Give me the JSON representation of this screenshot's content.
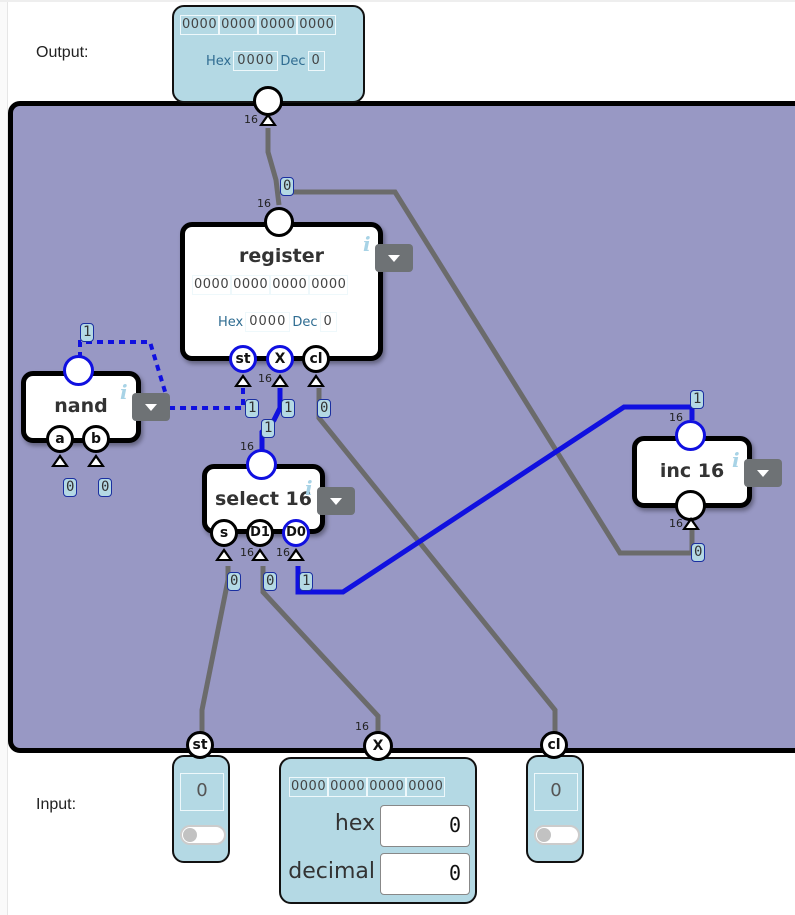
{
  "labels": {
    "output": "Output:",
    "input": "Input:"
  },
  "colors": {
    "canvas": "#9898c4",
    "panel": "#b4d9e4",
    "wire_on": "#1010e0",
    "wire_off": "#6b6b6b"
  },
  "output": {
    "bits": [
      "0000",
      "0000",
      "0000",
      "0000"
    ],
    "hex_label": "Hex",
    "hex": "0000",
    "dec_label": "Dec",
    "dec": "0",
    "width": "16"
  },
  "chips": {
    "register": {
      "title": "register",
      "bits": [
        "0000",
        "0000",
        "0000",
        "0000"
      ],
      "hex_label": "Hex",
      "hex": "0000",
      "dec_label": "Dec",
      "dec": "0",
      "pins": [
        "st",
        "X",
        "cl"
      ],
      "out_width": "16",
      "x_width": "16",
      "out_value": "0",
      "st_value": "1",
      "x_value": "1",
      "cl_value": "0"
    },
    "nand": {
      "title": "nand",
      "pins": [
        "a",
        "b"
      ],
      "out_value": "1",
      "a_value": "0",
      "b_value": "0"
    },
    "select": {
      "title": "select 16",
      "pins": [
        "s",
        "D1",
        "D0"
      ],
      "out_width": "16",
      "d1_width": "16",
      "d0_width": "16",
      "out_value": "1",
      "s_value": "0",
      "d1_value": "0",
      "d0_value": "1"
    },
    "inc": {
      "title": "inc 16",
      "out_width": "16",
      "in_width": "16",
      "out_value": "1",
      "in_value": "0"
    }
  },
  "inputs": {
    "st": {
      "pin": "st",
      "value": "0"
    },
    "X": {
      "pin": "X",
      "width": "16",
      "bits": [
        "0000",
        "0000",
        "0000",
        "0000"
      ],
      "hex_label": "hex",
      "hex": "0",
      "decimal_label": "decimal",
      "decimal": "0"
    },
    "cl": {
      "pin": "cl",
      "value": "0"
    }
  },
  "icons": {
    "info": "i",
    "dropdown": "triangle-down"
  }
}
